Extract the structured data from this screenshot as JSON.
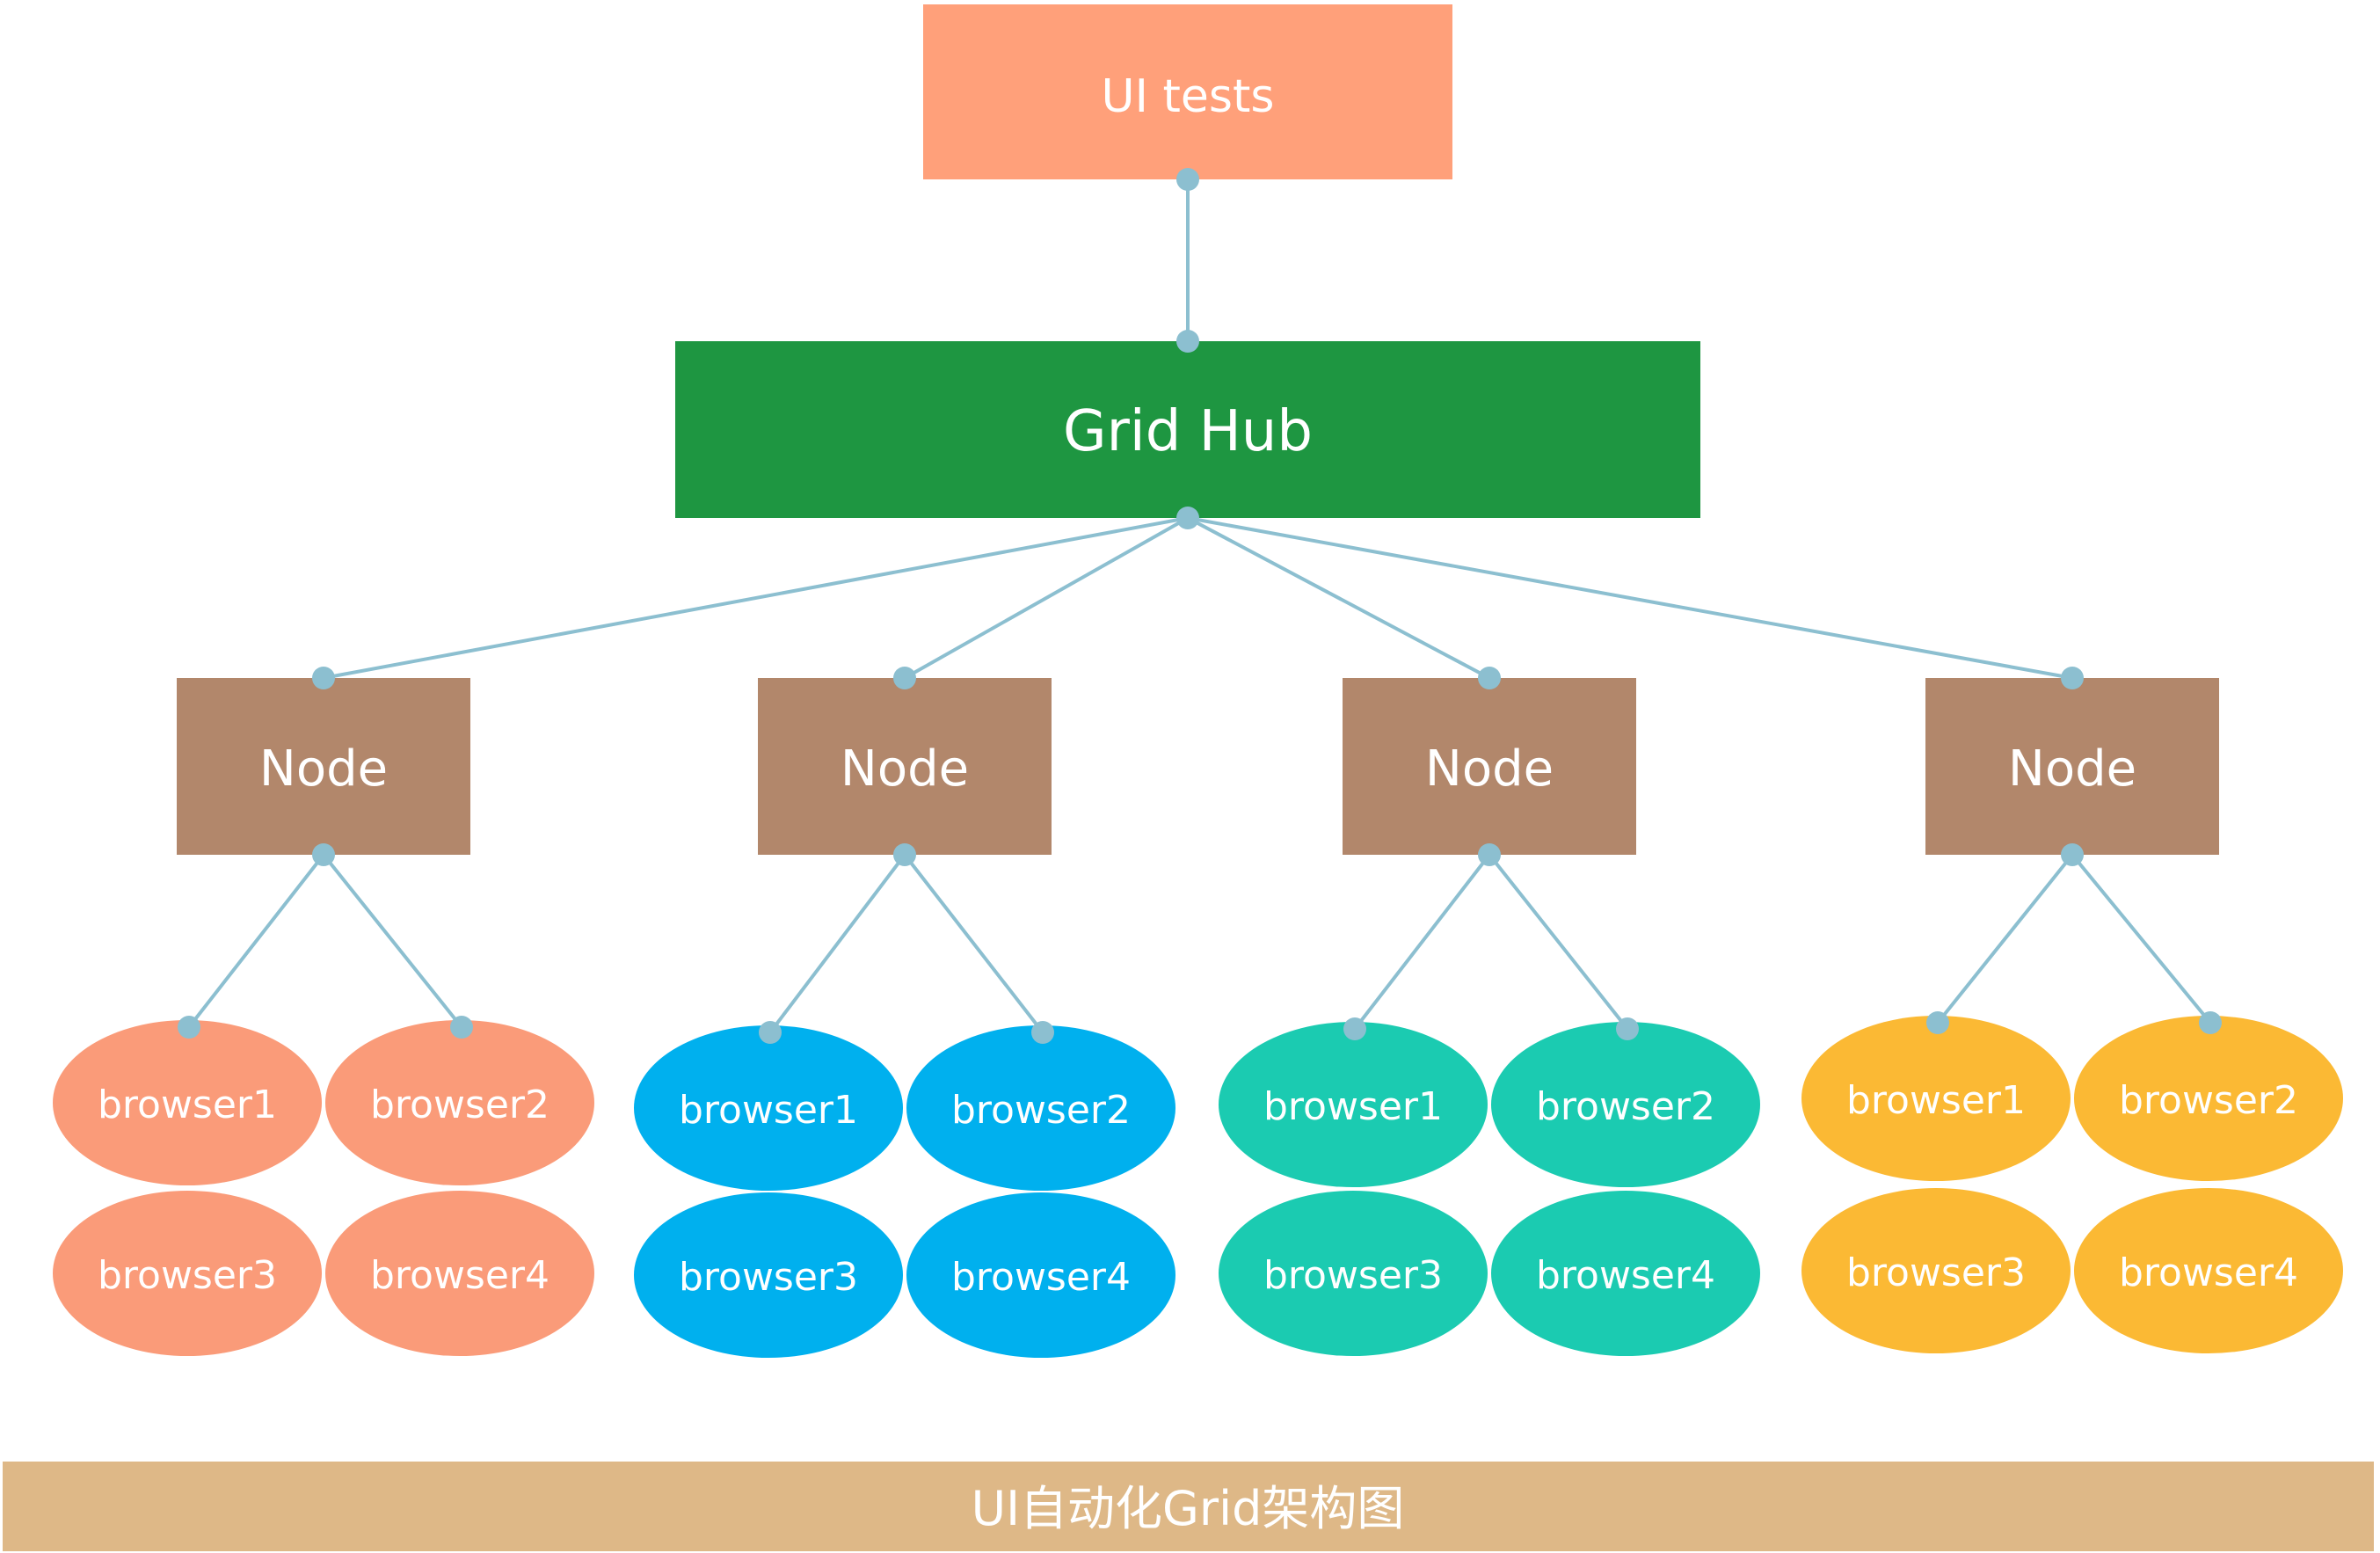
{
  "tests": {
    "label": "UI tests",
    "color": "#FFA07A"
  },
  "hub": {
    "label": "Grid Hub",
    "color": "#1E9641"
  },
  "node_color": "#B2876B",
  "connector_color": "#8CBFD0",
  "nodes": [
    {
      "label": "Node",
      "browser_color": "#FA9B79",
      "browsers": [
        "browser1",
        "browser2",
        "browser3",
        "browser4"
      ]
    },
    {
      "label": "Node",
      "browser_color": "#00B0EE",
      "browsers": [
        "browser1",
        "browser2",
        "browser3",
        "browser4"
      ]
    },
    {
      "label": "Node",
      "browser_color": "#1BCBB1",
      "browsers": [
        "browser1",
        "browser2",
        "browser3",
        "browser4"
      ]
    },
    {
      "label": "Node",
      "browser_color": "#FBB934",
      "browsers": [
        "browser1",
        "browser2",
        "browser3",
        "browser4"
      ]
    }
  ],
  "footer": {
    "title": "UI自动化Grid架构图",
    "color": "#DEB887"
  }
}
